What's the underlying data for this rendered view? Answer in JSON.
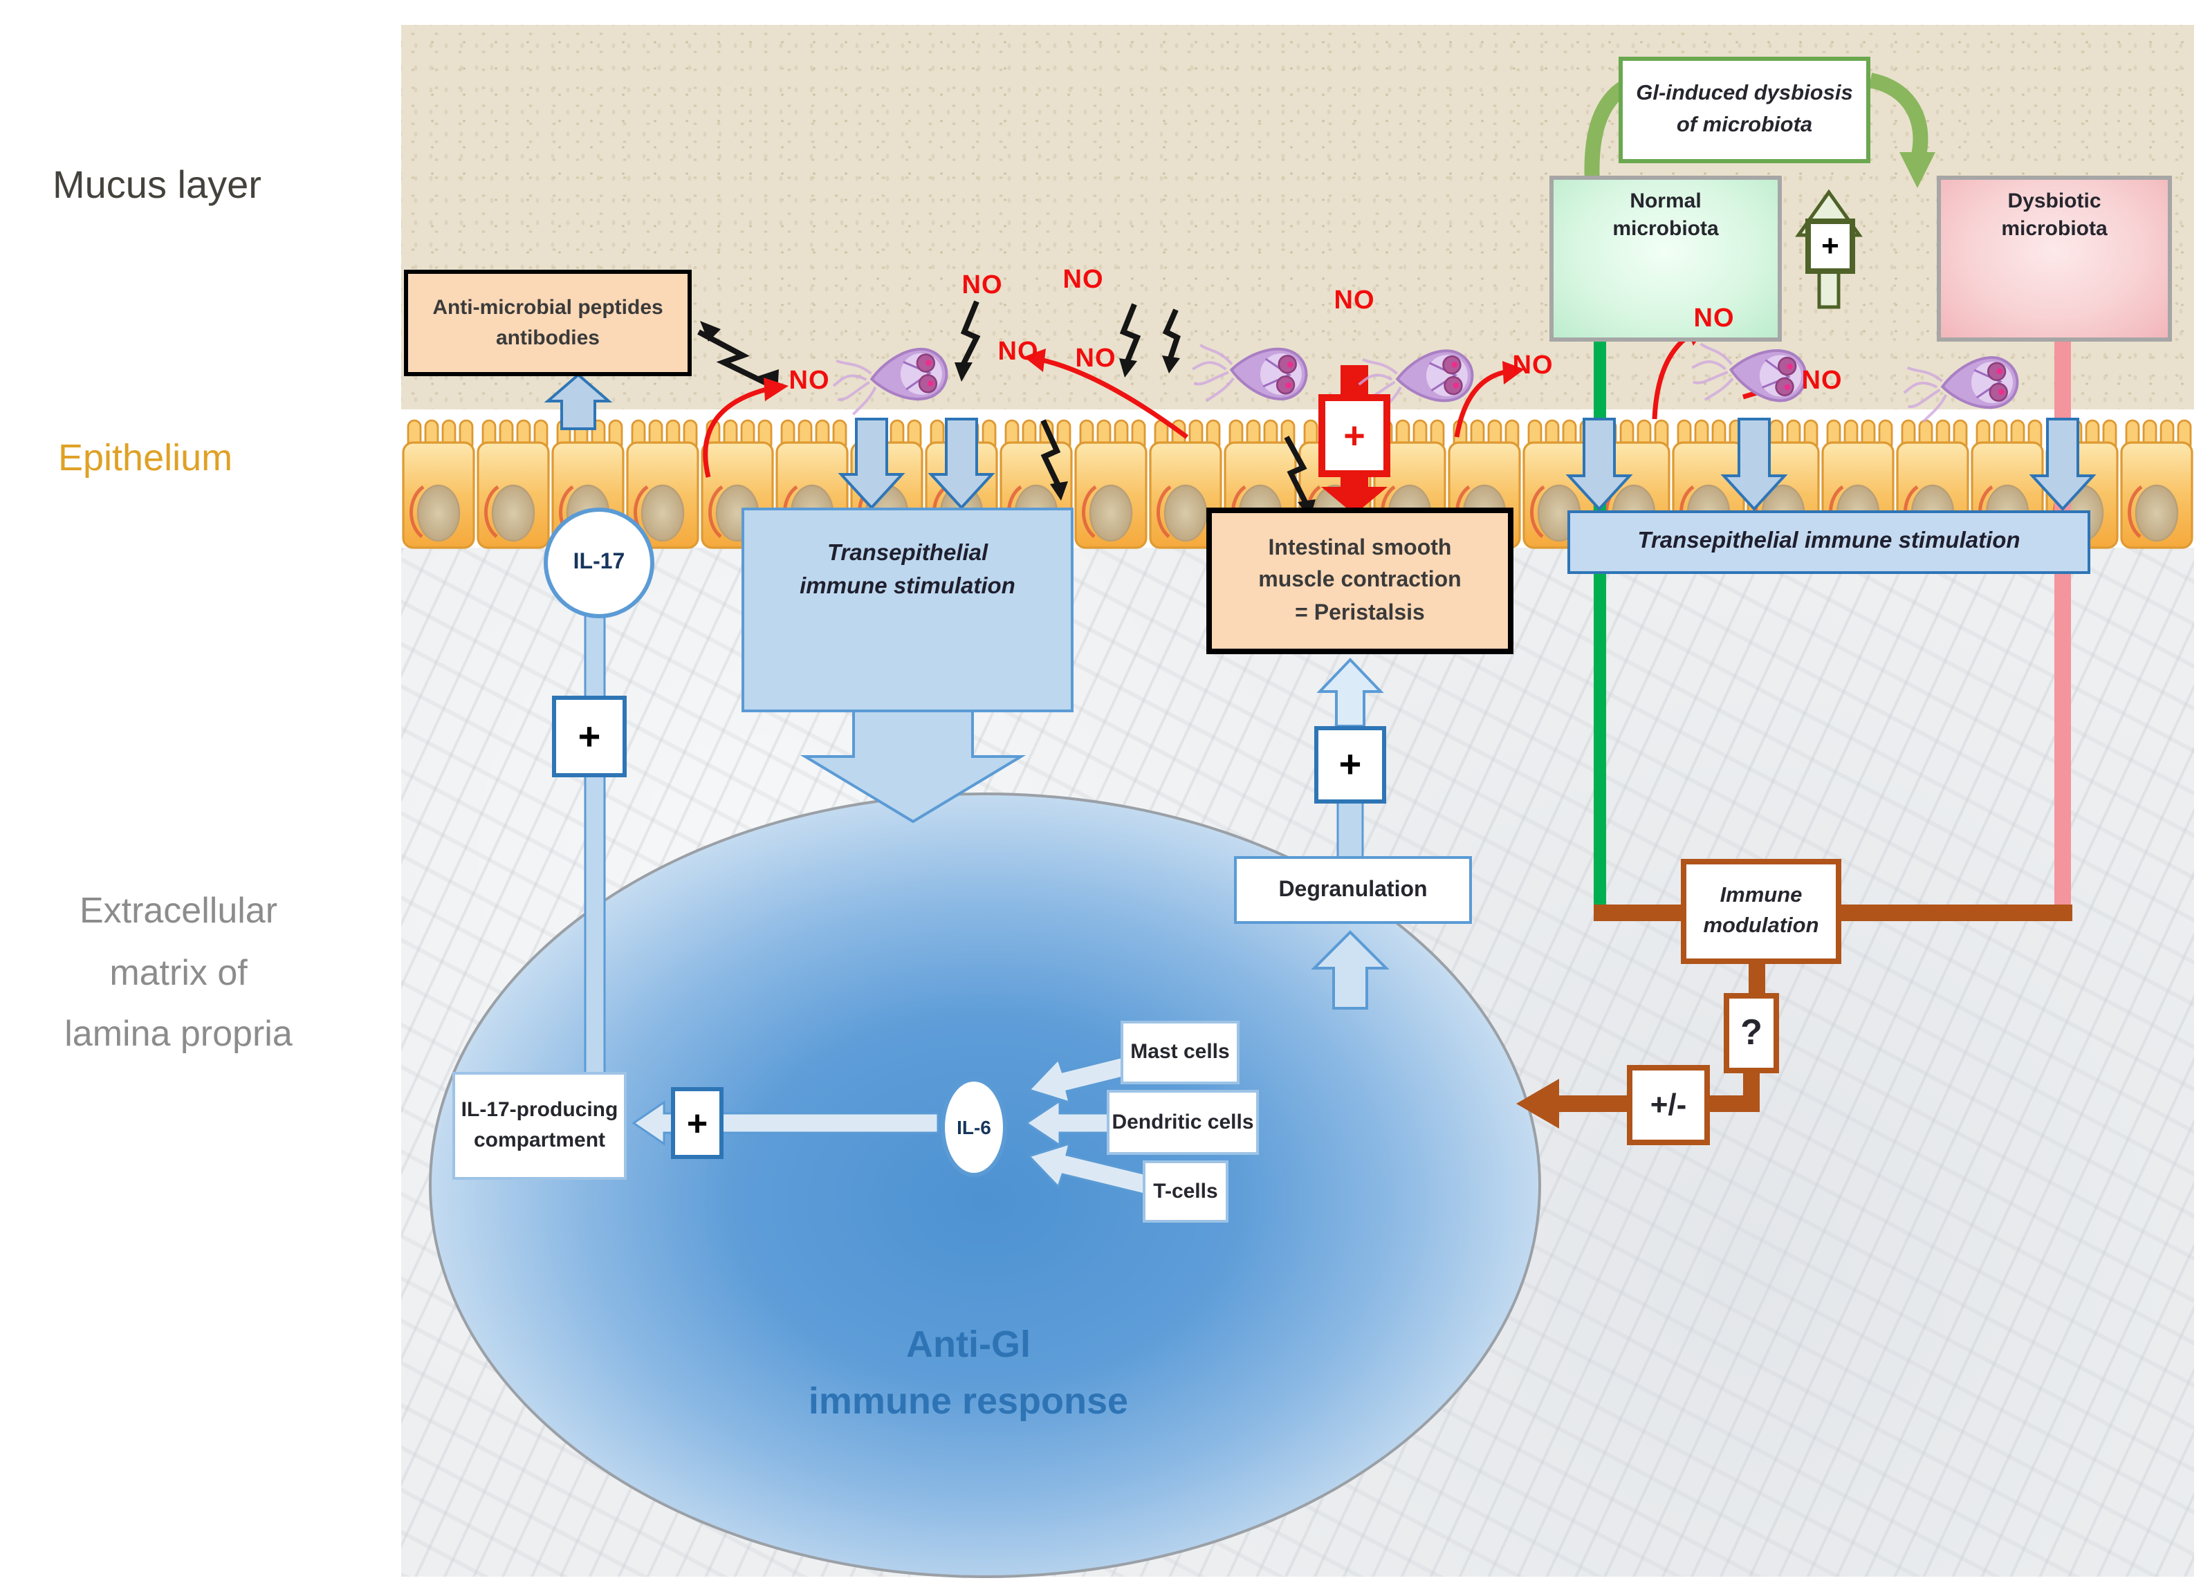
{
  "regions": {
    "mucus_layer": "Mucus layer",
    "epithelium": "Epithelium",
    "ecm_line1": "Extracellular",
    "ecm_line2": "matrix of",
    "ecm_line3": "lamina propria"
  },
  "labels": {
    "no": "NO"
  },
  "boxes": {
    "antimicrobial_line1": "Anti-microbial peptides",
    "antimicrobial_line2": "antibodies",
    "trans_left_line1": "Transepithelial",
    "trans_left_line2": "immune stimulation",
    "peristalsis_line1": "Intestinal smooth",
    "peristalsis_line2": "muscle contraction",
    "peristalsis_line3": "= Peristalsis",
    "trans_right": "Transepithelial immune stimulation",
    "dysbiosis_line1": "Gl-induced dysbiosis",
    "dysbiosis_line2": "of microbiota",
    "normal_line1": "Normal",
    "normal_line2": "microbiota",
    "dysbiotic_line1": "Dysbiotic",
    "dysbiotic_line2": "microbiota",
    "immune_mod_line1": "Immune",
    "immune_mod_line2": "modulation",
    "il17_comp_line1": "IL-17-producing",
    "il17_comp_line2": "compartment",
    "degranulation": "Degranulation",
    "mast_cells": "Mast cells",
    "dendritic_cells": "Dendritic cells",
    "t_cells": "T-cells"
  },
  "nodes": {
    "il17": "IL-17",
    "il6": "IL-6"
  },
  "signs": {
    "plus": "+",
    "question": "?",
    "plus_minus": "+/-"
  },
  "ellipse_caption": {
    "line1": "Anti-Gl",
    "line2": "immune response"
  },
  "colors": {
    "no_red": "#f20d0d",
    "red_accent": "#e9150f",
    "blue_border": "#2e75b6",
    "blue_fill": "#bdd7ee",
    "peach_fill": "#fbd8b6",
    "brown_accent": "#b0541a",
    "green_line": "#00b050",
    "pink_line": "#f4949c",
    "green_arrow": "#8ab65e",
    "ellipse_blue": "#4e92d2",
    "epithelium_gold": "#dfa126"
  }
}
